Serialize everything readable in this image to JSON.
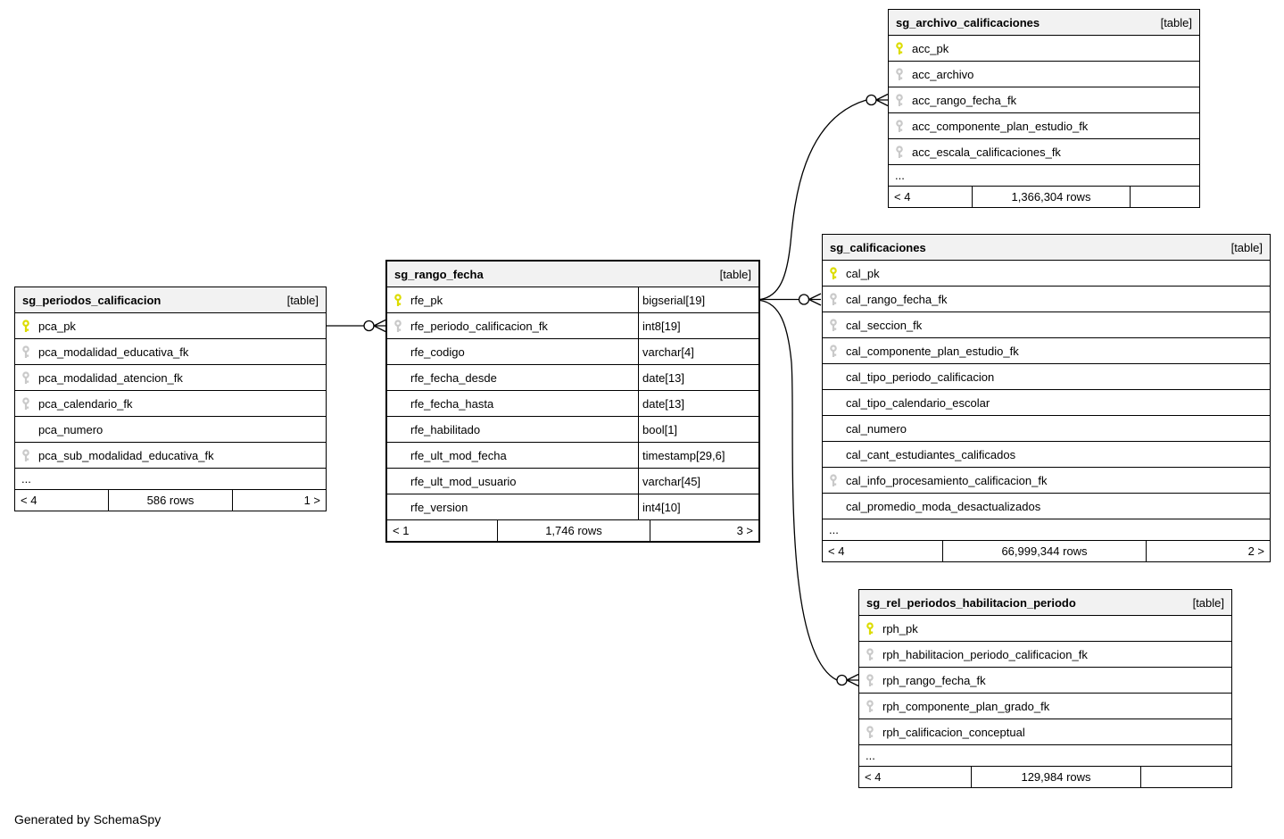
{
  "page": {
    "footer_note": "Generated by SchemaSpy"
  },
  "colors": {
    "pk_key": "#dcdc00",
    "fk_key": "#c9c9c9",
    "header_bg": "#f2f2f2",
    "border": "#000000"
  },
  "tables": [
    {
      "name": "sg_periodos_calificacion",
      "tag": "[table]",
      "columns": [
        {
          "name": "pca_pk",
          "key": "pk"
        },
        {
          "name": "pca_modalidad_educativa_fk",
          "key": "fk"
        },
        {
          "name": "pca_modalidad_atencion_fk",
          "key": "fk"
        },
        {
          "name": "pca_calendario_fk",
          "key": "fk"
        },
        {
          "name": "pca_numero",
          "key": ""
        },
        {
          "name": "pca_sub_modalidad_educativa_fk",
          "key": "fk"
        }
      ],
      "ellipsis": "...",
      "footer": {
        "left": "< 4",
        "center": "586 rows",
        "right": "1 >"
      }
    },
    {
      "name": "sg_rango_fecha",
      "tag": "[table]",
      "columns": [
        {
          "name": "rfe_pk",
          "type": "bigserial[19]",
          "key": "pk"
        },
        {
          "name": "rfe_periodo_calificacion_fk",
          "type": "int8[19]",
          "key": "fk"
        },
        {
          "name": "rfe_codigo",
          "type": "varchar[4]",
          "key": ""
        },
        {
          "name": "rfe_fecha_desde",
          "type": "date[13]",
          "key": ""
        },
        {
          "name": "rfe_fecha_hasta",
          "type": "date[13]",
          "key": ""
        },
        {
          "name": "rfe_habilitado",
          "type": "bool[1]",
          "key": ""
        },
        {
          "name": "rfe_ult_mod_fecha",
          "type": "timestamp[29,6]",
          "key": ""
        },
        {
          "name": "rfe_ult_mod_usuario",
          "type": "varchar[45]",
          "key": ""
        },
        {
          "name": "rfe_version",
          "type": "int4[10]",
          "key": ""
        }
      ],
      "footer": {
        "left": "< 1",
        "center": "1,746 rows",
        "right": "3 >"
      }
    },
    {
      "name": "sg_archivo_calificaciones",
      "tag": "[table]",
      "columns": [
        {
          "name": "acc_pk",
          "key": "pk"
        },
        {
          "name": "acc_archivo",
          "key": "fk"
        },
        {
          "name": "acc_rango_fecha_fk",
          "key": "fk"
        },
        {
          "name": "acc_componente_plan_estudio_fk",
          "key": "fk"
        },
        {
          "name": "acc_escala_calificaciones_fk",
          "key": "fk"
        }
      ],
      "ellipsis": "...",
      "footer": {
        "left": "< 4",
        "center": "1,366,304 rows",
        "right": ""
      }
    },
    {
      "name": "sg_calificaciones",
      "tag": "[table]",
      "columns": [
        {
          "name": "cal_pk",
          "key": "pk"
        },
        {
          "name": "cal_rango_fecha_fk",
          "key": "fk"
        },
        {
          "name": "cal_seccion_fk",
          "key": "fk"
        },
        {
          "name": "cal_componente_plan_estudio_fk",
          "key": "fk"
        },
        {
          "name": "cal_tipo_periodo_calificacion",
          "key": ""
        },
        {
          "name": "cal_tipo_calendario_escolar",
          "key": ""
        },
        {
          "name": "cal_numero",
          "key": ""
        },
        {
          "name": "cal_cant_estudiantes_calificados",
          "key": ""
        },
        {
          "name": "cal_info_procesamiento_calificacion_fk",
          "key": "fk"
        },
        {
          "name": "cal_promedio_moda_desactualizados",
          "key": ""
        }
      ],
      "ellipsis": "...",
      "footer": {
        "left": "< 4",
        "center": "66,999,344 rows",
        "right": "2 >"
      }
    },
    {
      "name": "sg_rel_periodos_habilitacion_periodo",
      "tag": "[table]",
      "columns": [
        {
          "name": "rph_pk",
          "key": "pk"
        },
        {
          "name": "rph_habilitacion_periodo_calificacion_fk",
          "key": "fk"
        },
        {
          "name": "rph_rango_fecha_fk",
          "key": "fk"
        },
        {
          "name": "rph_componente_plan_grado_fk",
          "key": "fk"
        },
        {
          "name": "rph_calificacion_conceptual",
          "key": "fk"
        }
      ],
      "ellipsis": "...",
      "footer": {
        "left": "< 4",
        "center": "129,984 rows",
        "right": ""
      }
    }
  ],
  "relationships": [
    {
      "from": "sg_periodos_calificacion.pca_pk",
      "to": "sg_rango_fecha.rfe_periodo_calificacion_fk"
    },
    {
      "from": "sg_rango_fecha.rfe_pk",
      "to": "sg_archivo_calificaciones.acc_rango_fecha_fk"
    },
    {
      "from": "sg_rango_fecha.rfe_pk",
      "to": "sg_calificaciones.cal_rango_fecha_fk"
    },
    {
      "from": "sg_rango_fecha.rfe_pk",
      "to": "sg_rel_periodos_habilitacion_periodo.rph_rango_fecha_fk"
    }
  ]
}
